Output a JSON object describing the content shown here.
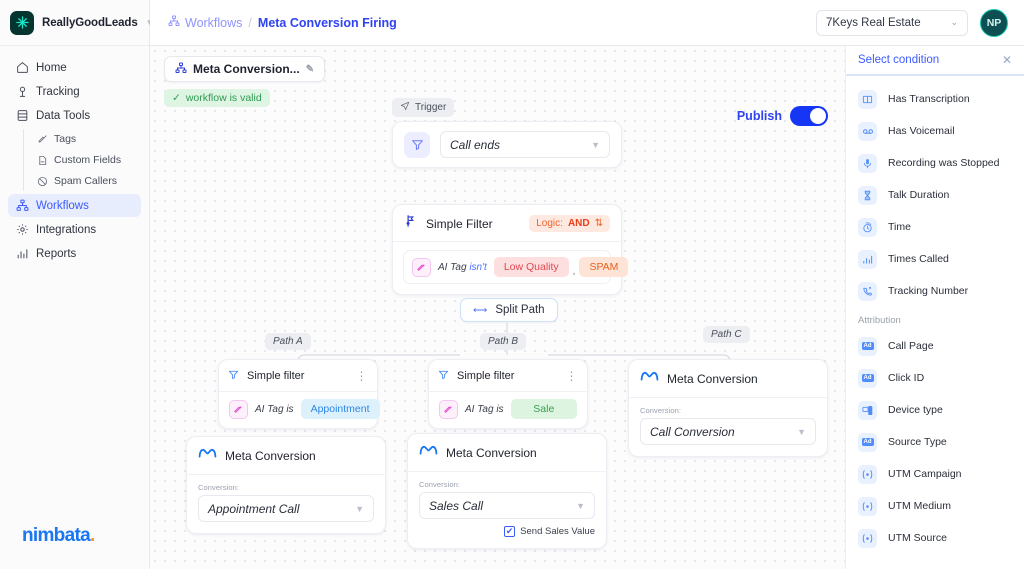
{
  "brand": {
    "name": "ReallyGoodLeads",
    "logo_icon": "starburst-icon",
    "caret_icon": "chevron-down-icon"
  },
  "sidebar": {
    "items": [
      {
        "label": "Home",
        "icon": "home-icon",
        "active": false
      },
      {
        "label": "Tracking",
        "icon": "tracking-pin-icon",
        "active": false
      },
      {
        "label": "Data Tools",
        "icon": "database-icon",
        "active": false
      },
      {
        "label": "Workflows",
        "icon": "workflow-icon",
        "active": true
      },
      {
        "label": "Integrations",
        "icon": "gear-icon",
        "active": false
      },
      {
        "label": "Reports",
        "icon": "bar-chart-icon",
        "active": false
      }
    ],
    "subitems": [
      {
        "label": "Tags",
        "icon": "tag-icon"
      },
      {
        "label": "Custom Fields",
        "icon": "file-icon"
      },
      {
        "label": "Spam Callers",
        "icon": "block-icon"
      }
    ],
    "footer_logo": "nimbata",
    "footer_logo_dot": ".",
    "footer_logo_color": "#1877f2",
    "footer_dot_color": "#f7931e"
  },
  "topbar": {
    "breadcrumb_root": "Workflows",
    "breadcrumb_sep": "/",
    "breadcrumb_current": "Meta Conversion Firing",
    "breadcrumb_icon": "workflow-icon",
    "account_value": "7Keys Real Estate",
    "account_caret": "chevron-down-icon",
    "avatar_initials": "NP"
  },
  "canvas": {
    "workflow_tab_label": "Meta Conversion...",
    "workflow_tab_icon": "workflow-icon",
    "workflow_tab_edit_icon": "pencil-icon",
    "valid_badge": "workflow is valid",
    "valid_badge_icon": "check-icon",
    "publish_label": "Publish",
    "publish_on": true
  },
  "nodes": {
    "trigger": {
      "pill": "Trigger",
      "pill_icon": "trigger-icon",
      "icon": "filter-funnel-icon",
      "value": "Call ends",
      "caret_icon": "chevron-down-icon"
    },
    "simple_filter": {
      "title": "Simple Filter",
      "icon": "branch-filter-icon",
      "logic_prefix": "Logic:",
      "logic_value": "AND",
      "logic_swap_icon": "swap-icon",
      "condition_icon": "tag-icon",
      "condition_field": "AI Tag",
      "condition_operator": "isn't",
      "chips": [
        {
          "label": "Low Quality",
          "color": "red"
        },
        {
          "label": "SPAM",
          "color": "orange"
        }
      ],
      "chip_separator": ","
    },
    "split_path": {
      "label": "Split Path",
      "icon": "left-right-arrows-icon"
    },
    "path_labels": {
      "a": "Path A",
      "b": "Path B",
      "c": "Path C"
    },
    "filter_a": {
      "title": "Simple filter",
      "icon": "filter-funnel-icon",
      "menu_icon": "kebab-menu-icon",
      "condition_icon": "tag-icon",
      "condition_field": "AI Tag",
      "condition_operator": "is",
      "chip": "Appointment",
      "chip_color": "blue"
    },
    "filter_b": {
      "title": "Simple filter",
      "icon": "filter-funnel-icon",
      "menu_icon": "kebab-menu-icon",
      "condition_icon": "tag-icon",
      "condition_field": "AI Tag",
      "condition_operator": "is",
      "chip": "Sale",
      "chip_color": "green"
    },
    "meta_a": {
      "title": "Meta Conversion",
      "icon": "meta-logo-icon",
      "field_label": "Conversion:",
      "value": "Appointment Call",
      "caret_icon": "chevron-down-icon"
    },
    "meta_b": {
      "title": "Meta Conversion",
      "icon": "meta-logo-icon",
      "field_label": "Conversion:",
      "value": "Sales Call",
      "caret_icon": "chevron-down-icon",
      "checkbox_label": "Send Sales Value",
      "checkbox_checked": true
    },
    "meta_c": {
      "title": "Meta Conversion",
      "icon": "meta-logo-icon",
      "field_label": "Conversion:",
      "value": "Call Conversion",
      "caret_icon": "chevron-down-icon"
    }
  },
  "condition_panel": {
    "title": "Select condition",
    "close_icon": "close-icon",
    "items": [
      {
        "label": "Has Transcription",
        "icon": "transcription-icon"
      },
      {
        "label": "Has Voicemail",
        "icon": "voicemail-icon"
      },
      {
        "label": "Recording was Stopped",
        "icon": "microphone-icon"
      },
      {
        "label": "Talk Duration",
        "icon": "hourglass-icon"
      },
      {
        "label": "Time",
        "icon": "clock-icon"
      },
      {
        "label": "Times Called",
        "icon": "bar-chart-icon"
      },
      {
        "label": "Tracking Number",
        "icon": "phone-icon"
      }
    ],
    "section_label": "Attribution",
    "attribution_items": [
      {
        "label": "Call Page",
        "icon": "ad-icon"
      },
      {
        "label": "Click ID",
        "icon": "ad-icon"
      },
      {
        "label": "Device type",
        "icon": "device-icon"
      },
      {
        "label": "Source Type",
        "icon": "ad-icon"
      },
      {
        "label": "UTM Campaign",
        "icon": "utm-icon"
      },
      {
        "label": "UTM Medium",
        "icon": "utm-icon"
      },
      {
        "label": "UTM Source",
        "icon": "utm-icon"
      }
    ]
  },
  "colors": {
    "accent_blue": "#3b5bfd",
    "brand_teal": "#19c8b0",
    "valid_green": "#2e9a52",
    "logic_orange": "#e8401c"
  }
}
